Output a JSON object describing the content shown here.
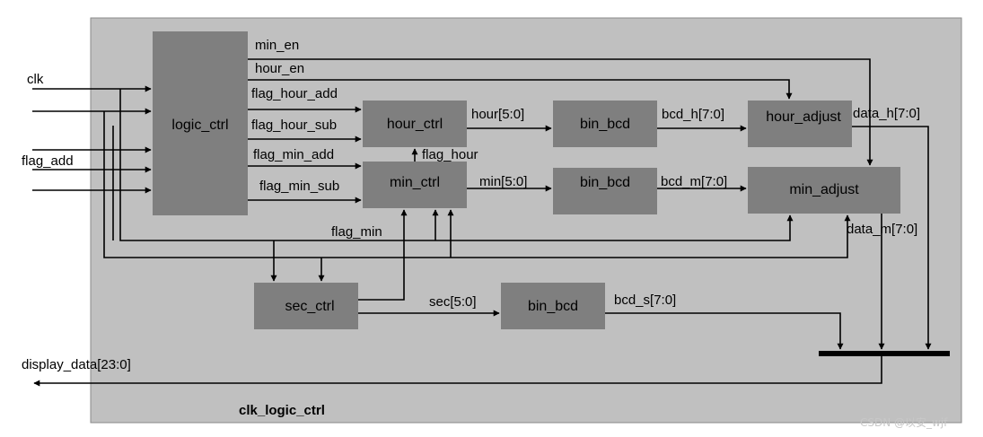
{
  "module_name": "clk_logic_ctrl",
  "blocks": {
    "logic_ctrl": "logic_ctrl",
    "hour_ctrl": "hour_ctrl",
    "min_ctrl": "min_ctrl",
    "sec_ctrl": "sec_ctrl",
    "bin_bcd_h": "bin_bcd",
    "bin_bcd_m": "bin_bcd",
    "bin_bcd_s": "bin_bcd",
    "hour_adjust": "hour_adjust",
    "min_adjust": "min_adjust"
  },
  "inputs": {
    "clk": "clk",
    "flag_add": "flag_add"
  },
  "output": "display_data[23:0]",
  "signals": {
    "min_en": "min_en",
    "hour_en": "hour_en",
    "flag_hour_add": "flag_hour_add",
    "flag_hour_sub": "flag_hour_sub",
    "flag_min_add": "flag_min_add",
    "flag_min_sub": "flag_min_sub",
    "flag_hour": "flag_hour",
    "flag_min": "flag_min",
    "hour": "hour[5:0]",
    "min": "min[5:0]",
    "sec": "sec[5:0]",
    "bcd_h": "bcd_h[7:0]",
    "bcd_m": "bcd_m[7:0]",
    "bcd_s": "bcd_s[7:0]",
    "data_h": "data_h[7:0]",
    "data_m": "data_m[7:0]"
  },
  "watermark": "CSDN @以安_wjf"
}
